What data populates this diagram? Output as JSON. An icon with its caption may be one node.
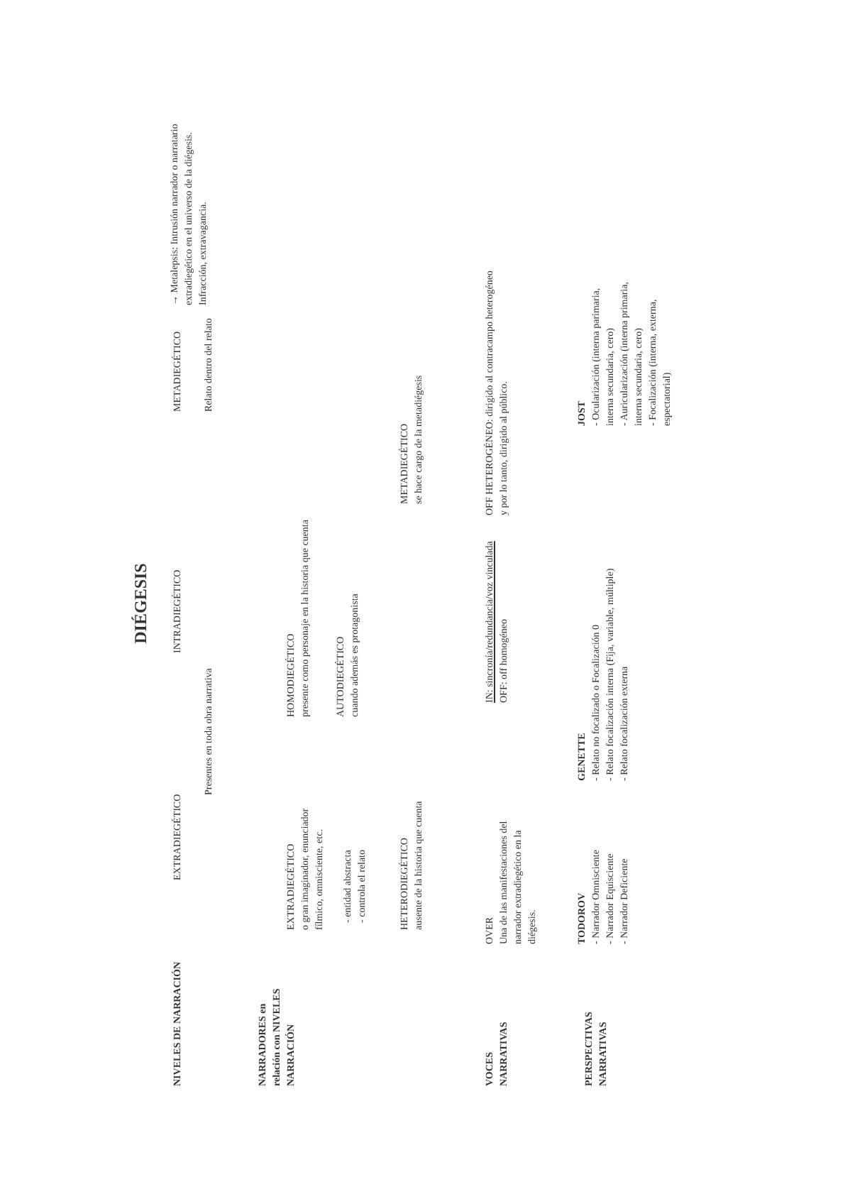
{
  "diagram": {
    "title": "DIÉGESIS",
    "labels": [
      "NIVELES DE NARRACIÓN",
      "EXTRADIEGÉTICO",
      "INTRADIEGÉTICO",
      "METADIEGÉTICO",
      "→ Metalepsis: Intrusión narrador o narratario extradiegético en el universo de la diégesis. Infracción, extravagancia.",
      "Presentes en toda obra narrativa",
      "Relato dentro del relato",
      "NARRADORES en relación con NIVELES NARRACIÓN",
      "EXTRADIEGÉTICO",
      "o gran imaginador, enunciador fílmico, omnisciente, etc.",
      "- entidad abstracta",
      "- controla el relato",
      "HOMODIEGÉTICO",
      "presente como personaje en la historia que cuenta",
      "AUTODIEGÉTICO",
      "cuando además es protagonista",
      "HETERODIEGÉTICO",
      "ausente de la historia que cuenta",
      "METADIEGÉTICO",
      "se hace cargo de la metadiégesis",
      "VOCES NARRATIVAS",
      "OVER",
      "Una de las manifestaciones del narrador extradiegético en la diégesis.",
      "IN: sincronía/redundancia/voz vinculada",
      "OFF: off homogéneo",
      "OFF HETEROGÉNEO: dirigido al contracampo heterogéneo y por lo tanto, dirigido al público.",
      "PERSPECTIVAS NARRATIVAS",
      "TODOROV",
      "- Narrador Omnisciente",
      "- Narrador Equisciente",
      "- Narrador Deficiente",
      "GENETTE",
      "- Relato no focalizado o Focalización 0",
      "- Relato focalización interna (Fija, variable, múltiple)",
      "- Relato focalización externa",
      "JOST",
      "- Ocularización (interna parimaria, interna secundaria, cero)",
      "- Auricularización (interna primaria, interna secundaria, cero)",
      "- Focalización (interna, externa, espectatorial)"
    ]
  }
}
